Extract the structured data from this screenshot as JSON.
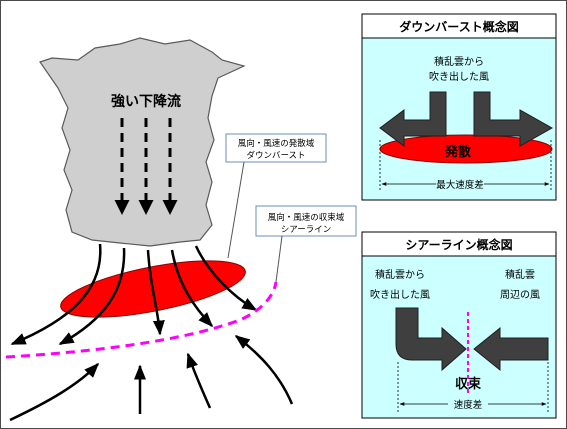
{
  "main": {
    "downdraft_label": "強い下降流",
    "divergence_callout": {
      "line1": "風向・風速の発散域",
      "line2": "ダウンバースト"
    },
    "convergence_callout": {
      "line1": "風向・風速の収束域",
      "line2": "シアーライン"
    }
  },
  "downburst_panel": {
    "title": "ダウンバースト概念図",
    "source_line1": "積乱雲から",
    "source_line2": "吹き出した風",
    "center_label": "発散",
    "scale_label": "最大速度差",
    "colors": {
      "background": "#ccffff",
      "spread": "#ff0000",
      "arrow": "#3f3f3f"
    }
  },
  "shearline_panel": {
    "title": "シアーライン概念図",
    "left_line1": "積乱雲から",
    "left_line2": "吹き出した風",
    "right_line1": "積乱雲",
    "right_line2": "周辺の風",
    "center_label": "収束",
    "scale_label": "速度差",
    "colors": {
      "background": "#ccffff",
      "shear_line": "#ff00ff",
      "arrow": "#3f3f3f"
    }
  }
}
